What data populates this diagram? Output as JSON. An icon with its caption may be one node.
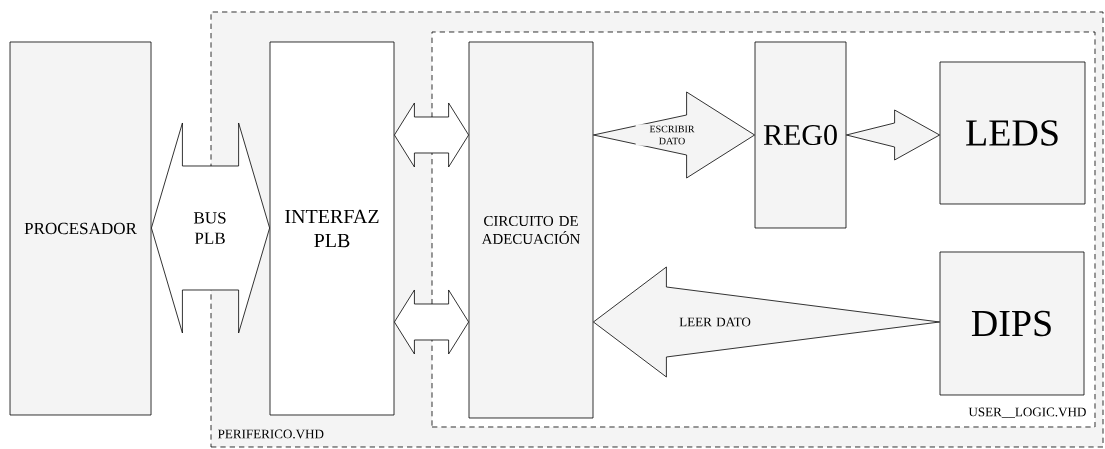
{
  "diagram": {
    "nodes": [
      {
        "text": [
          "PERIFERICO.VHD"
        ]
      },
      {
        "text": [
          "USER__LOGIC.VHD"
        ],
        "in": 0
      },
      {
        "text": [
          "PROCESADOR"
        ]
      },
      {
        "text": [
          "INTERFAZ PLB"
        ],
        "in": 0
      },
      {
        "text": [
          "CIRCUITO DE ADECUACIÓN"
        ],
        "in": 1
      },
      {
        "text": [
          "REG0"
        ],
        "in": 1
      },
      {
        "text": [
          "LEDS"
        ],
        "in": 1
      },
      {
        "text": [
          "DIPS"
        ],
        "in": 1
      }
    ],
    "edges": [
      {
        "from": 2,
        "to": 3,
        "arrow": "both",
        "label": "BUS PLB"
      },
      {
        "from": 3,
        "to": 4,
        "arrow": "both"
      },
      {
        "from": 3,
        "to": 4,
        "arrow": "both"
      },
      {
        "from": 4,
        "to": 5,
        "arrow": "to",
        "label": "ESCRIBIR DATO"
      },
      {
        "from": 5,
        "to": 6,
        "arrow": "to"
      },
      {
        "from": 7,
        "to": 4,
        "arrow": "to",
        "label": "LEER DATO"
      }
    ]
  }
}
